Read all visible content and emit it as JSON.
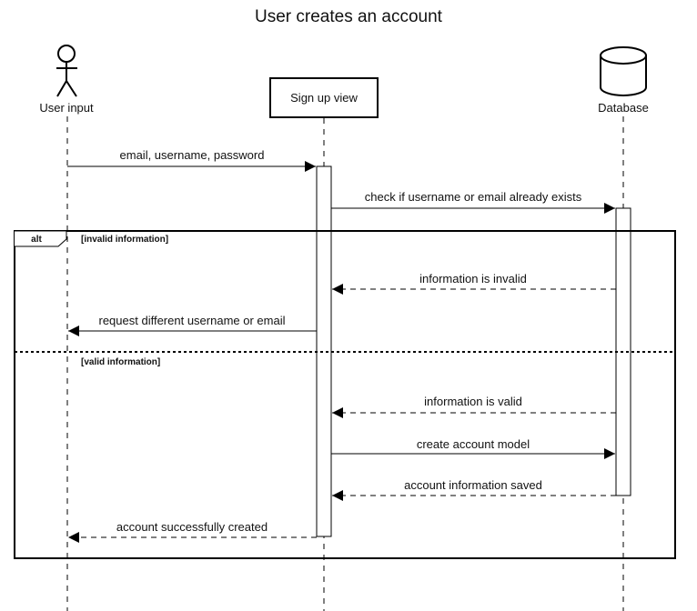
{
  "diagram": {
    "title": "User creates an account",
    "participants": [
      {
        "id": "user",
        "label": "User input",
        "kind": "actor",
        "icon": "actor-stick-figure-icon"
      },
      {
        "id": "view",
        "label": "Sign up view",
        "kind": "box"
      },
      {
        "id": "db",
        "label": "Database",
        "kind": "database",
        "icon": "database-cylinder-icon"
      }
    ],
    "fragment": {
      "operator": "alt",
      "guards": [
        "[invalid information]",
        "[valid information]"
      ]
    },
    "messages": [
      {
        "from": "user",
        "to": "view",
        "label": "email, username, password",
        "style": "solid"
      },
      {
        "from": "view",
        "to": "db",
        "label": "check if username or email already exists",
        "style": "solid"
      },
      {
        "from": "db",
        "to": "view",
        "label": "information is invalid",
        "style": "dashed"
      },
      {
        "from": "view",
        "to": "user",
        "label": "request different username or email",
        "style": "solid"
      },
      {
        "from": "db",
        "to": "view",
        "label": "information is valid",
        "style": "dashed"
      },
      {
        "from": "view",
        "to": "db",
        "label": "create account model",
        "style": "solid"
      },
      {
        "from": "db",
        "to": "view",
        "label": "account information saved",
        "style": "dashed"
      },
      {
        "from": "view",
        "to": "user",
        "label": "account successfully created",
        "style": "dashed"
      }
    ]
  }
}
